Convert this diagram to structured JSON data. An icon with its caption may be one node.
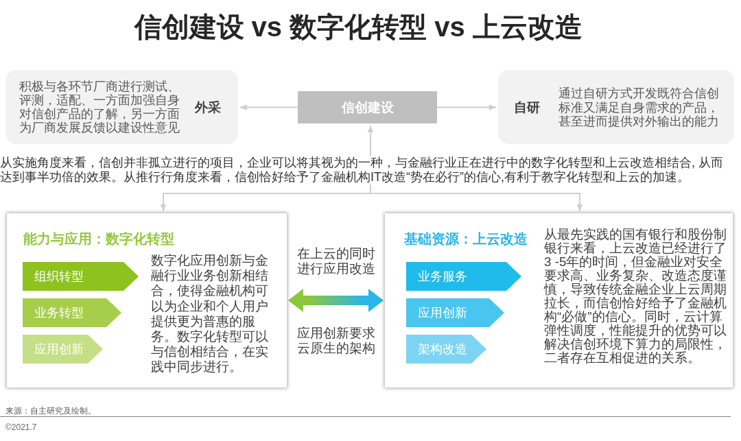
{
  "diagram": {
    "title": "信创建设 vs 数字化转型 vs 上云改造",
    "nodes": [
      {
        "text": [
          "积极与各环节厂商进行测试、评测，适配、一方面加强自身对信创产品的了解，另一方面为厂商发展反馈以建设性意见",
          "外采"
        ]
      },
      {
        "text": [
          "信创建设"
        ]
      },
      {
        "text": [
          "自研",
          "通过自研方式开发既符合信创标准又满足自身需求的产品，甚至进而提供对外输出的能力"
        ]
      },
      {
        "text": [
          "从实施角度来看，信创并非孤立进行的项目，企业可以将其视为的一种，与金融行业正在进行中的数字化转型和上云改造相结合, 从而达到事半功倍的效果。从推行行角度来看，信创恰好给予了金融机构IT改造“势在必行”的信心,有利于教字化转型和上云的加速。"
        ]
      },
      {
        "text": [
          "能力与应用：数字化转型",
          "数字化应用创新与金融行业业务创新相结合，使得金融机构可以为企业和个人用户提供更为普惠的服务。数字化转型可以与信创相结合，在实践中同步进行。"
        ]
      },
      {
        "text": [
          "组织转型"
        ],
        "in": 4
      },
      {
        "text": [
          "业务转型"
        ],
        "in": 4
      },
      {
        "text": [
          "应用创新"
        ],
        "in": 4
      },
      {
        "text": [
          "基础资源：上云改造",
          "从最先实践的国有银行和股份制银行来看，上云改造已经进行了3 -5年的时间，但金融业对安全要求高、业务复杂、改造态度谨慎，导致传统金融企业上云周期拉长，而信创恰好给予了金融机构“必做”的信心。同时，云计算弹性调度，性能提升的优势可以解决信创环境下算力的局限性，二者存在互相促进的关系。"
        ]
      },
      {
        "text": [
          "业务服务"
        ],
        "in": 8
      },
      {
        "text": [
          "应用创新"
        ],
        "in": 8
      },
      {
        "text": [
          "架构改造"
        ],
        "in": 8
      }
    ],
    "edges": [
      {
        "from": 1,
        "to": 0,
        "arrow": "to"
      },
      {
        "from": 1,
        "to": 2,
        "arrow": "to"
      },
      {
        "from": 3,
        "to": 1,
        "arrow": "to"
      },
      {
        "from": 3,
        "to": 4,
        "arrow": "to"
      },
      {
        "from": 3,
        "to": 8,
        "arrow": "to"
      },
      {
        "from": 4,
        "to": 8,
        "arrow": "both",
        "style": "thick"
      }
    ],
    "labels": [
      "在上云的同时进行应用改造",
      "应用创新要求云原生的架构",
      "来源：自主研究及绘制。",
      "©2021.7"
    ]
  }
}
